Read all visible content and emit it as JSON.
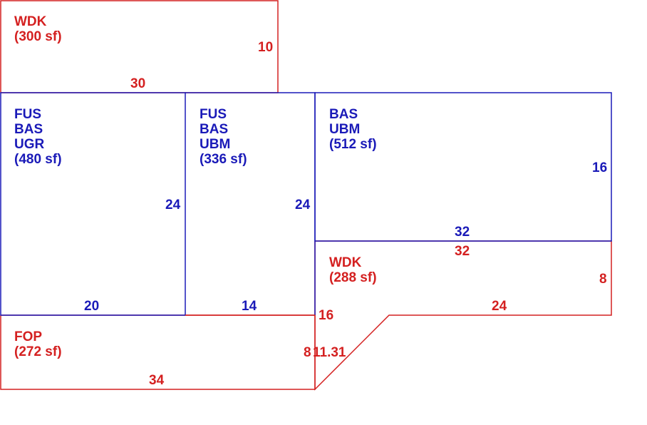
{
  "colors": {
    "deck_outline": "#d42020",
    "building_outline": "#1a1ab8",
    "background": "#ffffff"
  },
  "areas": {
    "wdk_top": {
      "codes": [
        "WDK"
      ],
      "area": "(300 sf)",
      "dims": {
        "side": "10",
        "bottom": "30"
      }
    },
    "left_block": {
      "codes": [
        "FUS",
        "BAS",
        "UGR"
      ],
      "area": "(480 sf)",
      "dims": {
        "side": "24",
        "bottom": "20"
      }
    },
    "middle_block": {
      "codes": [
        "FUS",
        "BAS",
        "UBM"
      ],
      "area": "(336 sf)",
      "dims": {
        "side": "24",
        "bottom": "14"
      }
    },
    "right_block": {
      "codes": [
        "BAS",
        "UBM"
      ],
      "area": "(512 sf)",
      "dims": {
        "side": "16",
        "bottom": "32"
      }
    },
    "wdk_right": {
      "codes": [
        "WDK"
      ],
      "area": "(288 sf)",
      "dims": {
        "top": "32",
        "side": "8",
        "bottom": "24",
        "left": "16",
        "diagonal": "11.31"
      }
    },
    "fop": {
      "codes": [
        "FOP"
      ],
      "area": "(272 sf)",
      "dims": {
        "side": "8",
        "bottom": "34"
      }
    }
  }
}
